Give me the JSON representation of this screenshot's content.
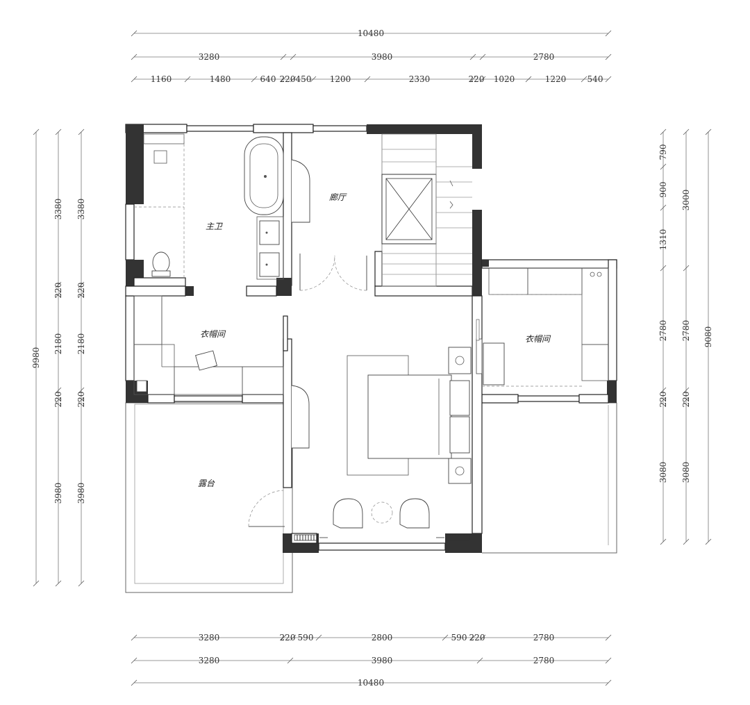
{
  "rooms": {
    "master_bath": "主卫",
    "hallway": "廊厅",
    "closet_left": "衣帽间",
    "closet_right": "衣帽间",
    "terrace": "露台"
  },
  "dims": {
    "top": {
      "total": "10480",
      "row2": [
        "3280",
        "3980",
        "2780"
      ],
      "row3": [
        "1160",
        "1480",
        "640",
        "220",
        "450",
        "1200",
        "2330",
        "220",
        "1020",
        "1220",
        "540"
      ]
    },
    "bottom": {
      "row1": [
        "3280",
        "220",
        "590",
        "2800",
        "590",
        "220",
        "2780"
      ],
      "row2": [
        "3280",
        "3980",
        "2780"
      ],
      "total": "10480"
    },
    "left": {
      "total": "9980",
      "col_outer": [
        "3380",
        "220",
        "2180",
        "220",
        "3980"
      ],
      "col_inner": [
        "3380",
        "220",
        "2180",
        "220",
        "3980"
      ]
    },
    "right": {
      "col_inner": [
        "790",
        "900",
        "1310",
        "2780",
        "220",
        "3080"
      ],
      "col_mid": [
        "3000",
        "2780",
        "220",
        "3080"
      ],
      "total": "9080"
    }
  }
}
